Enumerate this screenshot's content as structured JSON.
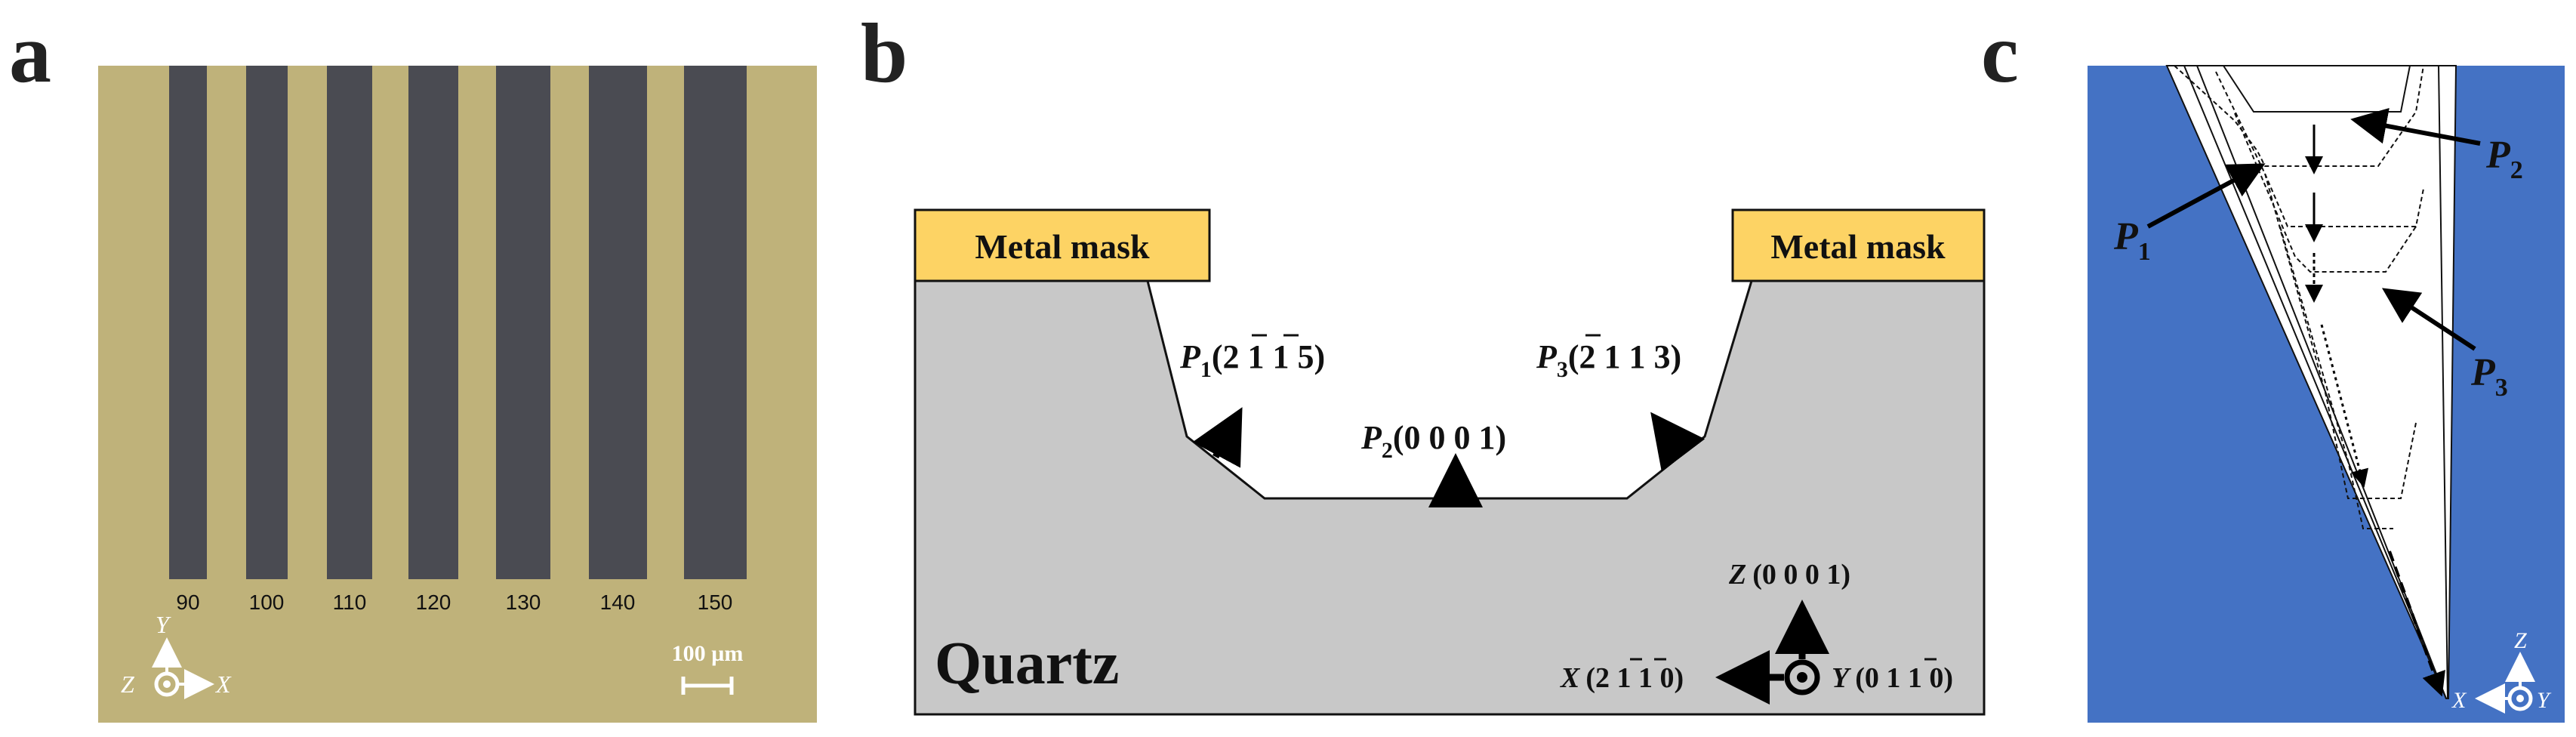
{
  "panels": {
    "a": {
      "letter": "a",
      "bar_labels": [
        "90",
        "100",
        "110",
        "120",
        "130",
        "140",
        "150"
      ],
      "scale_bar_label": "100 µm",
      "axes": {
        "vertical": "Y",
        "horizontal": "X",
        "out_of_plane": "Z"
      },
      "colors": {
        "background": "#bfb27a",
        "bars": "#4a4b52"
      }
    },
    "b": {
      "letter": "b",
      "mask_left_label": "Metal mask",
      "mask_right_label": "Metal mask",
      "material_label": "Quartz",
      "planes": {
        "p1": {
          "letter": "P",
          "sub": "1",
          "indices": "(2 1 1 5)"
        },
        "p2": {
          "letter": "P",
          "sub": "2",
          "indices": "(0 0 0 1)"
        },
        "p3": {
          "letter": "P",
          "sub": "3",
          "indices": "(2 1 1 3)"
        }
      },
      "axes": {
        "z": {
          "letter": "Z",
          "indices": "(0 0 0 1)"
        },
        "x": {
          "letter": "X",
          "indices": "(2 1 1 0)"
        },
        "y": {
          "letter": "Y",
          "indices": "(0 1 1 0)"
        }
      },
      "colors": {
        "mask": "#fdd364",
        "quartz": "#c8c8c8"
      }
    },
    "c": {
      "letter": "c",
      "labels": {
        "p1": {
          "letter": "P",
          "sub": "1"
        },
        "p2": {
          "letter": "P",
          "sub": "2"
        },
        "p3": {
          "letter": "P",
          "sub": "3"
        }
      },
      "axes": {
        "vertical": "Z",
        "horizontal": "X",
        "out_of_plane": "Y"
      },
      "colors": {
        "background": "#4472c4"
      }
    }
  }
}
